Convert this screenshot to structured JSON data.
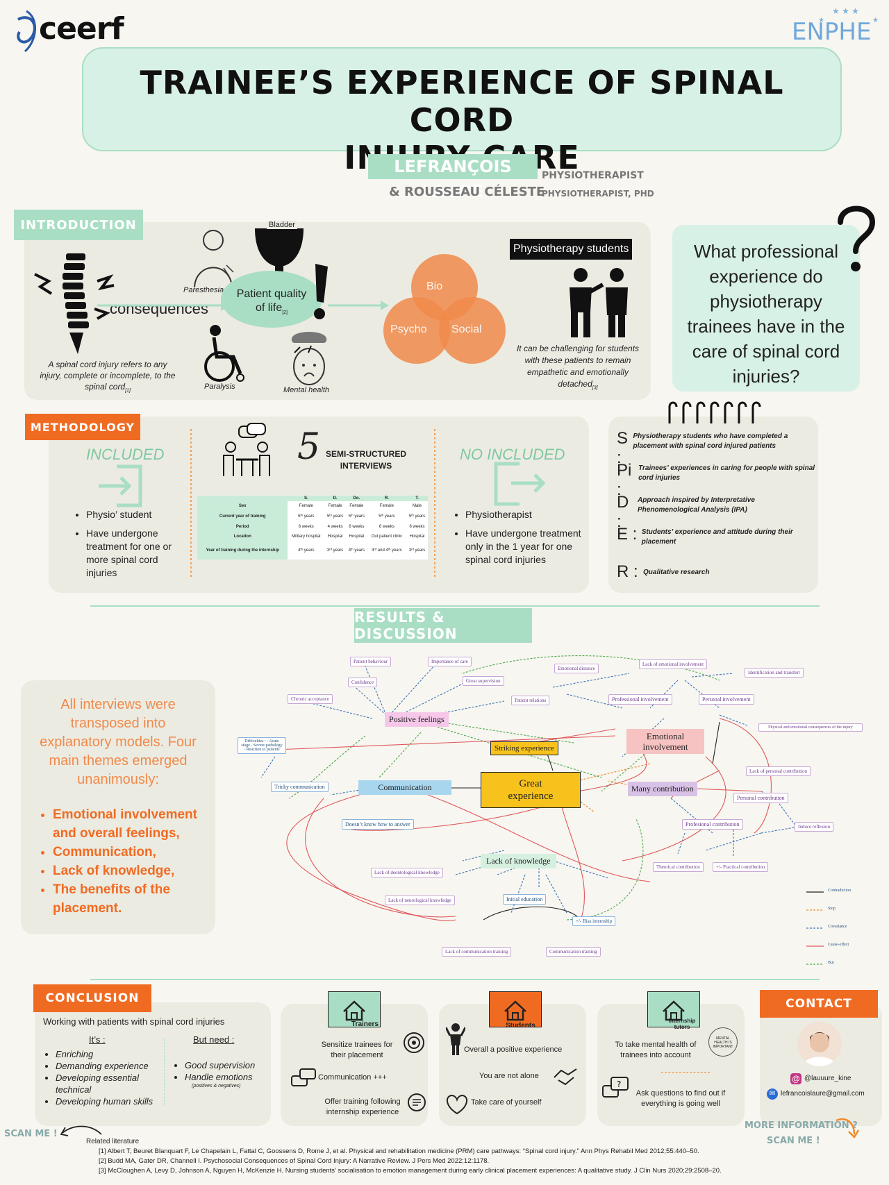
{
  "logos": {
    "left": "ceerf",
    "right": "ENPHE"
  },
  "title": {
    "line1": "TRAINEE’S EXPERIENCE OF SPINAL CORD",
    "line2": "INJURY CARE"
  },
  "authors": {
    "name1": "LEFRANÇOIS LAURE",
    "role1": "PHYSIOTHERAPIST",
    "name2": "& ROUSSEAU CÉLESTE",
    "role2": "PHYSIOTHERAPIST, PHD"
  },
  "intro": {
    "tag": "INTRODUCTION",
    "consequences": "consequences",
    "spine_caption": "A spinal cord injury refers to any injury, complete or incomplete, to the spinal cord",
    "ref1": "[1]",
    "bladder": "Bladder",
    "paresthesia": "Paresthesia",
    "paralysis": "Paralysis",
    "mental_health": "Mental health",
    "qol_line1": "Patient quality",
    "qol_line2": "of life",
    "ref2": "[2]",
    "bio": "Bio",
    "psycho": "Psycho",
    "social": "Social",
    "students_label": "Physiotherapy students",
    "students_caption": "It can be challenging for students  with these patients to remain empathetic and emotionally detached",
    "ref3": "[3]"
  },
  "question": "What professional experience do physiotherapy trainees have in the care of spinal cord injuries?",
  "methodology": {
    "tag": "METHODOLOGY",
    "included_title": "INCLUDED",
    "included_items": [
      "Physio’ student",
      "Have undergone treatment for one or more spinal cord injuries"
    ],
    "interviews_number": "5",
    "interviews_label": "SEMI-STRUCTURED INTERVIEWS",
    "table": {
      "headers": [
        "",
        "S.",
        "D.",
        "Do.",
        "R.",
        "T."
      ],
      "rows": [
        [
          "Sex",
          "Female",
          "Female",
          "Female",
          "Female",
          "Male"
        ],
        [
          "Current year of training",
          "5ᵗʰ years",
          "5ᵗʰ years",
          "5ᵗʰ years",
          "5ᵗʰ years",
          "5ᵗʰ years"
        ],
        [
          "Period",
          "6 weeks",
          "4 weeks",
          "6 weeks",
          "6 weeks",
          "6 weeks"
        ],
        [
          "Location",
          "Military hospital",
          "Hospital",
          "Hospital",
          "Out patient clinic",
          "Hospital"
        ],
        [
          "Year of training during the internship",
          "4ᵗʰ years",
          "3ʳᵈ years",
          "4ᵗʰ years",
          "3ʳᵈ and 4ᵗʰ years",
          "3ʳᵈ years"
        ]
      ]
    },
    "excluded_title": "NO INCLUDED",
    "excluded_items": [
      "Physiotherapist",
      "Have undergone treatment only in the 1 year for one spinal cord injuries"
    ]
  },
  "spider": [
    {
      "k": "S :",
      "v": "Physiotherapy students who have completed a placement with spinal cord injured patients"
    },
    {
      "k": "Pi :",
      "v": "Trainees’ experiences in caring for people with spinal cord injuries"
    },
    {
      "k": "D :",
      "v": "Approach inspired by Interpretative Phenomenological Analysis (IPA)"
    },
    {
      "k": "E :",
      "v": "Students’ experience and attitude during their placement"
    },
    {
      "k": "R :",
      "v": "Qualitative research"
    }
  ],
  "results": {
    "tag": "RESULTS & DISCUSSION",
    "intro": "All interviews were transposed into explanatory models. Four main themes emerged unanimously:",
    "themes": [
      "Emotional involvement and overall feelings,",
      "Communication,",
      "Lack of knowledge,",
      "The benefits of the placement."
    ]
  },
  "diagram": {
    "great": [
      "Great",
      "experience"
    ],
    "striking": "Striking experience",
    "positive": "Positive feelings",
    "emotional": [
      "Emotional",
      "involvement"
    ],
    "communication": "Communication",
    "many": "Many contribution",
    "lack": "Lack of knowledge",
    "small": {
      "patient_behaviour": "Patient behaviour",
      "importance_care": "Importance of care",
      "confidence": "Confidence",
      "great_supervision": "Great supervision",
      "chronic": "Chronic acceptance",
      "patient_relations": "Patient relations",
      "emotional_distance": "Emotional distance",
      "lack_emotional": "Lack of emotional involvement",
      "identification": "Identification and transfert",
      "professional_inv": "Professional involvement",
      "personal_inv": "Personal involvement",
      "phys_emot": "Physical and emotional consequences of the injury",
      "difficulties": "Difficulties : - Acute stage - Severe pathology - Reaction to patients",
      "tricky": "Tricky communication",
      "lack_personal": "Lack of personal contribution",
      "personal_contrib": "Personal contribution",
      "doesnt_know": "Doesn’t know how to answer",
      "prof_contrib": "Profesional contribution",
      "induce": "Induce reflexion",
      "theorical": "Theorical contribution",
      "practical": "+/- Practical contribution",
      "lack_deonto": "Lack of deontological knowledge",
      "initial_edu": "Initial education",
      "lack_neuro": "Lack of neurological knowledge",
      "bias": "+/- Bias internship",
      "lack_comm_train": "Lack of communication training",
      "comm_train": "Communication training"
    },
    "legend": [
      "Contradiction",
      "Stop",
      "Covariance",
      "Cause-effect",
      "But"
    ],
    "colors": {
      "contradiction": "#222222",
      "stop": "#f0892c",
      "covariance": "#3f73b8",
      "cause": "#e0575b",
      "but": "#4aa84a"
    }
  },
  "conclusion": {
    "tag": "CONCLUSION",
    "lead": "Working with patients with spinal cord injuries",
    "its_title": "It’s :",
    "its_items": [
      "Enriching",
      "Demanding experience",
      "Developing essential technical",
      "Developing human skills"
    ],
    "need_title": "But need :",
    "need_items": [
      "Good supervision",
      "Handle emotions"
    ],
    "need_note": "(positives & negatives)"
  },
  "cards": {
    "trainers": {
      "title": "Trainers",
      "t1": "Sensitize trainees for their placement",
      "t2": "Communication +++",
      "t3": "Offer training following internship experience"
    },
    "students": {
      "title": "Students",
      "t1": "Overall a positive experience",
      "t2": "You are not alone",
      "t3": "Take care of yourself"
    },
    "tutors": {
      "title": "Internship tutors",
      "t1": "To take mental health of trainees into account",
      "t2": "Ask questions to find out if everything is going well",
      "stamp": "MENTAL HEALTH IS IMPORTANT"
    }
  },
  "contact": {
    "tag": "CONTACT",
    "instagram": "@lauuure_kine",
    "email": "lefrancoislaure@gmail.com",
    "more": "MORE INFORMATION ?",
    "scan": "SCAN ME !"
  },
  "scan_left": "SCAN ME !",
  "literature": {
    "title": "Related literature",
    "refs": [
      "[1]  Albert T, Beuret Blanquart F, Le Chapelain L, Fattal C, Goossens D, Rome J, et al. Physical and rehabilitation medicine (PRM) care pathways: “Spinal cord injury.” Ann Phys Rehabil Med 2012;55:440–50.",
      "[2]  Budd MA, Gater DR, Channell I. Psychosocial Consequences of Spinal Cord Injury: A Narrative Review. J Pers Med 2022;12:1178.",
      "[3]  McCloughen A, Levy D, Johnson A, Nguyen H, McKenzie H. Nursing students’ socialisation to emotion management during early clinical placement experiences: A qualitative study. J Clin Nurs 2020;29:2508–20."
    ]
  }
}
